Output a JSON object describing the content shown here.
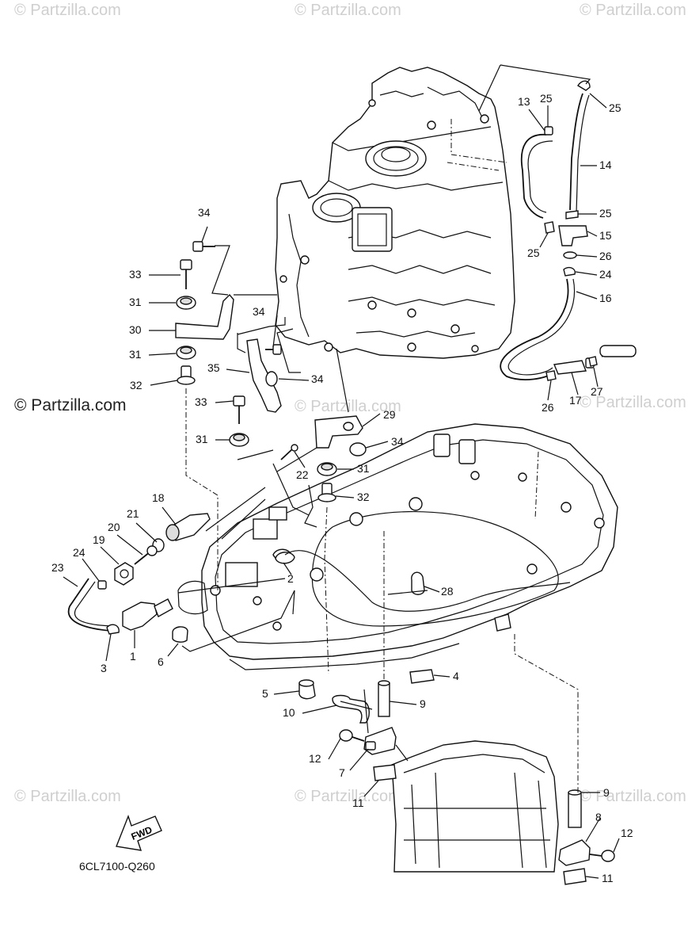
{
  "watermarks": {
    "faint": "© Partzilla.com",
    "strong": "© Partzilla.com"
  },
  "diagram_code": "6CL7100-Q260",
  "fwd_label": "FWD",
  "callouts": [
    "1",
    "2",
    "3",
    "4",
    "5",
    "6",
    "7",
    "8",
    "9",
    "9",
    "10",
    "11",
    "11",
    "12",
    "12",
    "13",
    "14",
    "15",
    "16",
    "17",
    "18",
    "19",
    "20",
    "21",
    "22",
    "23",
    "24",
    "24",
    "25",
    "25",
    "25",
    "25",
    "26",
    "26",
    "27",
    "28",
    "29",
    "30",
    "31",
    "31",
    "31",
    "31",
    "32",
    "32",
    "33",
    "33",
    "34",
    "34",
    "34",
    "34",
    "35"
  ]
}
